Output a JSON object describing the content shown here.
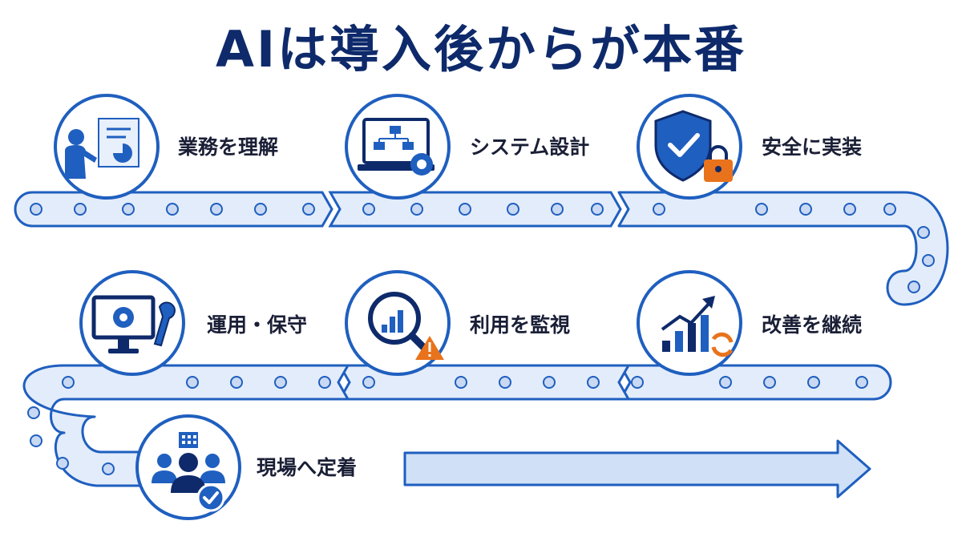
{
  "title": "AIは導入後からが本番",
  "colors": {
    "navy": "#0e2a6b",
    "blue": "#1f5fbf",
    "light_blue": "#e3ecfa",
    "orange": "#e8731c"
  },
  "steps": [
    {
      "label": "業務を理解",
      "icon": "presentation-icon"
    },
    {
      "label": "システム設計",
      "icon": "system-design-icon"
    },
    {
      "label": "安全に実装",
      "icon": "shield-lock-icon"
    },
    {
      "label": "運用・保守",
      "icon": "monitor-wrench-icon"
    },
    {
      "label": "利用を監視",
      "icon": "magnifier-chart-icon"
    },
    {
      "label": "改善を継続",
      "icon": "growth-chart-icon"
    },
    {
      "label": "現場へ定着",
      "icon": "team-check-icon"
    }
  ]
}
